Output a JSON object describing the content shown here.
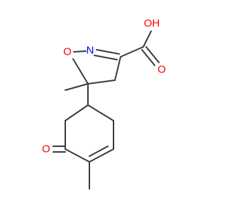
{
  "molecule": {
    "atoms": {
      "hydroxyl": {
        "label": "OH",
        "color": "#ff0000"
      },
      "carbonyl_acid": {
        "label": "O",
        "color": "#ff0000"
      },
      "ring_oxygen": {
        "label": "O",
        "color": "#ff0000"
      },
      "ring_nitrogen": {
        "label": "N",
        "color": "#0000ff"
      },
      "ketone_oxygen": {
        "label": "O",
        "color": "#ff0000"
      }
    },
    "bond_color": "#3a3a3a"
  }
}
